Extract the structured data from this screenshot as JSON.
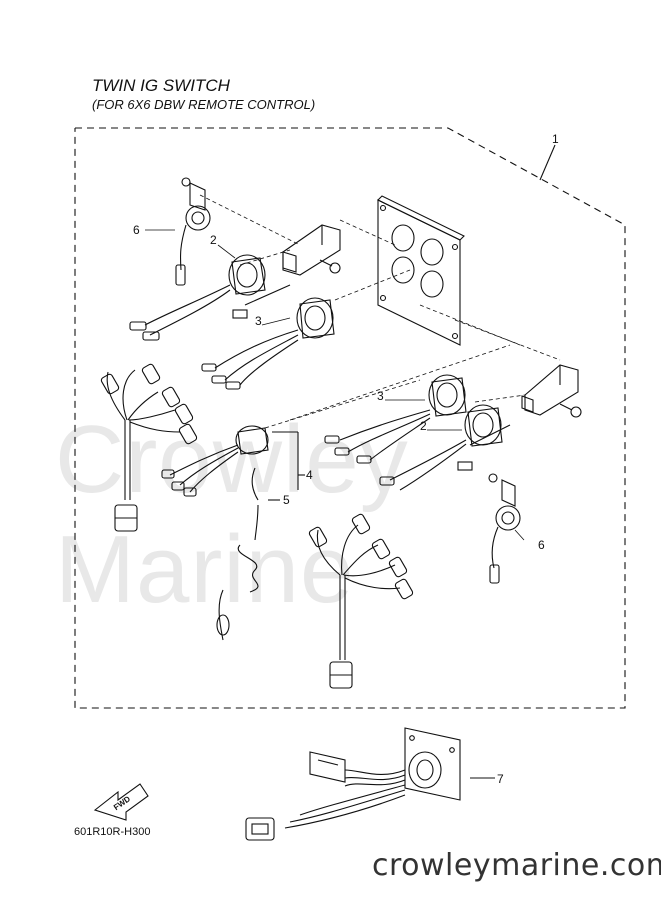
{
  "header": {
    "title": "TWIN IG SWITCH",
    "subtitle": "(FOR 6X6 DBW REMOTE CONTROL)"
  },
  "callouts": [
    "1",
    "2",
    "3",
    "2",
    "3",
    "4",
    "5",
    "6",
    "6",
    "7"
  ],
  "fwd_label": "FWD",
  "part_code": "601R10R-H300",
  "watermark": "Crowley Marine",
  "footer": "crowleymarine.com"
}
